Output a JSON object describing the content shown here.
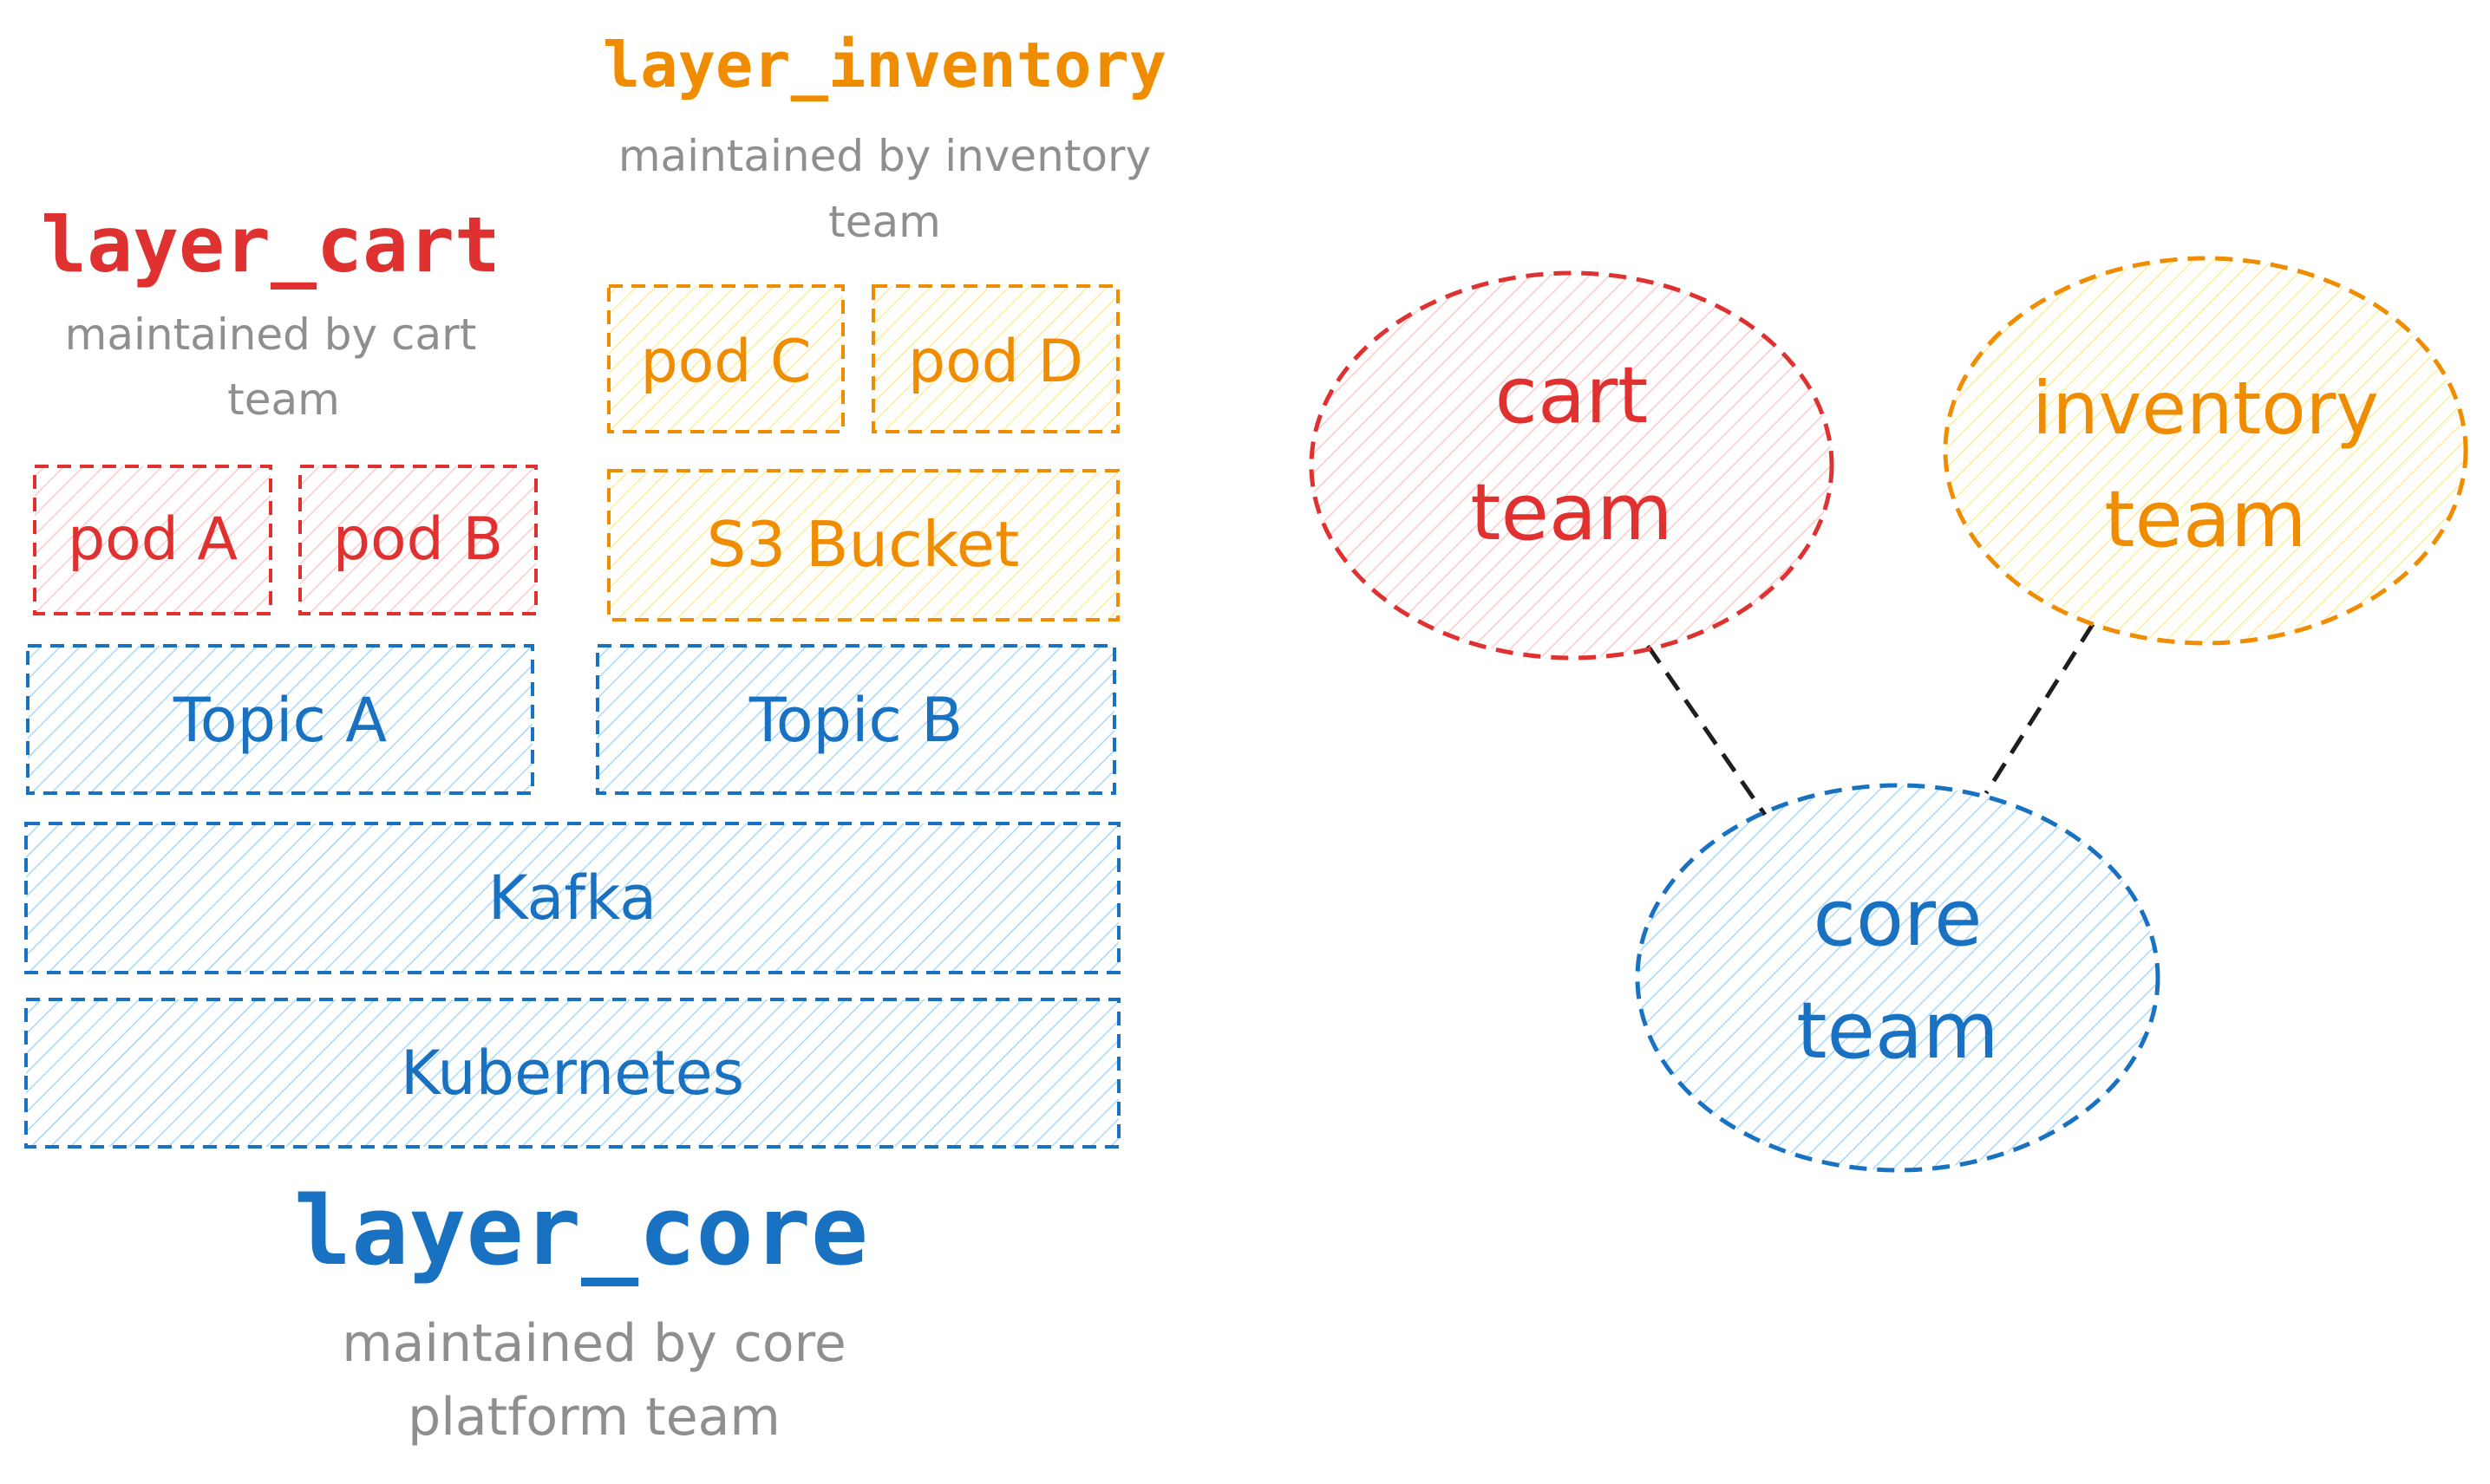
{
  "colors": {
    "cart": "#e03131",
    "cart_fill": "#ffc9c9",
    "inventory": "#f08c00",
    "inventory_fill": "#ffec99",
    "core": "#1971c2",
    "core_fill": "#a5d8ff",
    "subtitle": "#8f8f8f",
    "connector": "#1e1e1e"
  },
  "layers": {
    "cart": {
      "title": "layer_cart",
      "subtitle_line1": "maintained by cart",
      "subtitle_line2": "team"
    },
    "inventory": {
      "title": "layer_inventory",
      "subtitle_line1": "maintained by inventory",
      "subtitle_line2": "team"
    },
    "core": {
      "title": "layer_core",
      "subtitle_line1": "maintained by core",
      "subtitle_line2": "platform team"
    }
  },
  "blocks": {
    "pod_a": "pod A",
    "pod_b": "pod B",
    "pod_c": "pod C",
    "pod_d": "pod D",
    "s3_bucket": "S3 Bucket",
    "topic_a": "Topic A",
    "topic_b": "Topic B",
    "kafka": "Kafka",
    "kubernetes": "Kubernetes"
  },
  "teams": {
    "cart": {
      "line1": "cart",
      "line2": "team"
    },
    "inventory": {
      "line1": "inventory",
      "line2": "team"
    },
    "core": {
      "line1": "core",
      "line2": "team"
    }
  }
}
